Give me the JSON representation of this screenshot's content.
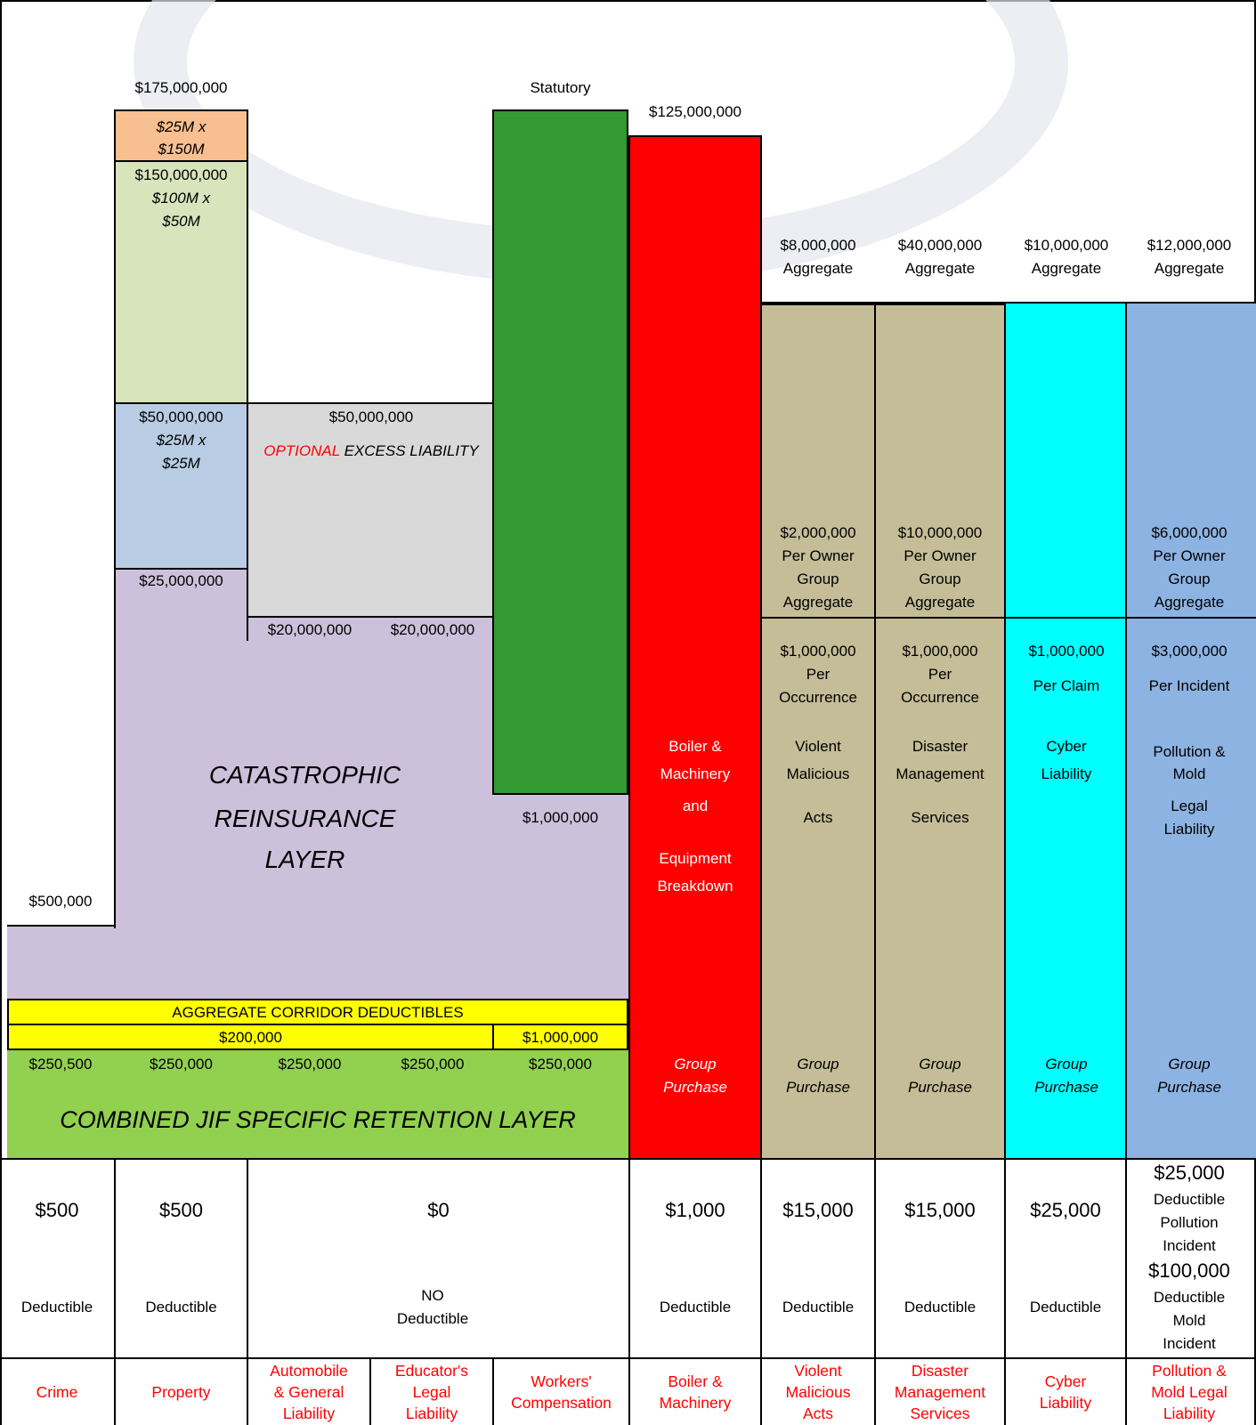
{
  "top_limits": {
    "property_total": "$175,000,000",
    "statutory": "Statutory",
    "boiler_total": "$125,000,000",
    "crime": "$500,000"
  },
  "property_layers": {
    "top_layer": [
      "$25M x",
      "$150M"
    ],
    "mid_layer_amount": "$150,000,000",
    "mid_layer": [
      "$100M x",
      "$50M"
    ],
    "low_layer_amount": "$50,000,000",
    "low_layer": [
      "$25M x",
      "$25M"
    ],
    "base_amount": "$25,000,000"
  },
  "excess_liability": {
    "amount": "$50,000,000",
    "optional": "OPTIONAL",
    "label": " EXCESS LIABILITY",
    "attach_auto": "$20,000,000",
    "attach_educator": "$20,000,000"
  },
  "workers_comp_attach": "$1,000,000",
  "catastrophic": [
    "CATASTROPHIC",
    "REINSURANCE",
    "LAYER"
  ],
  "aggregate_corridor": {
    "title": "AGGREGATE CORRIDOR DEDUCTIBLES",
    "left_amount": "$200,000",
    "right_amount": "$1,000,000"
  },
  "retention": {
    "amounts": [
      "$250,500",
      "$250,000",
      "$250,000",
      "$250,000",
      "$250,000"
    ],
    "title": "COMBINED JIF SPECIFIC RETENTION LAYER"
  },
  "boiler_column": {
    "lines": [
      "Boiler &",
      "Machinery",
      "and",
      "Equipment",
      "Breakdown"
    ],
    "group": [
      "Group",
      "Purchase"
    ]
  },
  "group_columns": [
    {
      "aggregate": [
        "$8,000,000",
        "Aggregate"
      ],
      "per_owner": [
        "$2,000,000",
        "Per Owner",
        "Group",
        "Aggregate"
      ],
      "per_occ": [
        "$1,000,000",
        "Per",
        "Occurrence"
      ],
      "name": [
        "Violent",
        "Malicious",
        "Acts"
      ],
      "group": [
        "Group",
        "Purchase"
      ]
    },
    {
      "aggregate": [
        "$40,000,000",
        "Aggregate"
      ],
      "per_owner": [
        "$10,000,000",
        "Per Owner",
        "Group",
        "Aggregate"
      ],
      "per_occ": [
        "$1,000,000",
        "Per",
        "Occurrence"
      ],
      "name": [
        "Disaster",
        "Management",
        "Services"
      ],
      "group": [
        "Group",
        "Purchase"
      ]
    },
    {
      "aggregate": [
        "$10,000,000",
        "Aggregate"
      ],
      "per_owner": [],
      "per_occ": [
        "$1,000,000",
        "Per Claim"
      ],
      "name": [
        "Cyber",
        "Liability"
      ],
      "group": [
        "Group",
        "Purchase"
      ]
    },
    {
      "aggregate": [
        "$12,000,000",
        "Aggregate"
      ],
      "per_owner": [
        "$6,000,000",
        "Per Owner",
        "Group",
        "Aggregate"
      ],
      "per_occ": [
        "$3,000,000",
        "Per Incident"
      ],
      "name": [
        "Pollution &",
        "Mold",
        "Legal",
        "Liability"
      ],
      "group": [
        "Group",
        "Purchase"
      ]
    }
  ],
  "deductibles": {
    "crime": "$500",
    "property": "$500",
    "liability": "$0",
    "boiler": "$1,000",
    "violent": "$15,000",
    "disaster": "$15,000",
    "cyber": "$25,000",
    "label": "Deductible",
    "no_ded": [
      "NO",
      "Deductible"
    ],
    "pollution": {
      "amount1": "$25,000",
      "lines1": [
        "Deductible",
        "Pollution",
        "Incident"
      ],
      "amount2": "$100,000",
      "lines2": [
        "Deductible",
        "Mold",
        "Incident"
      ]
    }
  },
  "coverages": [
    [
      "Crime"
    ],
    [
      "Property"
    ],
    [
      "Automobile",
      "& General",
      "Liability"
    ],
    [
      "Educator's",
      "Legal",
      "Liability"
    ],
    [
      "Workers'",
      "Compensation"
    ],
    [
      "Boiler &",
      "Machinery"
    ],
    [
      "Violent",
      "Malicious",
      "Acts"
    ],
    [
      "Disaster",
      "Management",
      "Services"
    ],
    [
      "Cyber",
      "Liability"
    ],
    [
      "Pollution &",
      "Mold Legal",
      "Liability"
    ]
  ],
  "colors": {
    "orange": "#f8bf90",
    "light_green": "#d8e4bc",
    "light_blue": "#b8cce4",
    "gray": "#d9d9d9",
    "lavender": "#ccc0da",
    "green": "#339933",
    "red": "#ff0000",
    "tan": "#c4bd97",
    "cyan": "#00ffff",
    "blue": "#8db3e2",
    "yellow": "#ffff00",
    "retention_green": "#92d050"
  }
}
